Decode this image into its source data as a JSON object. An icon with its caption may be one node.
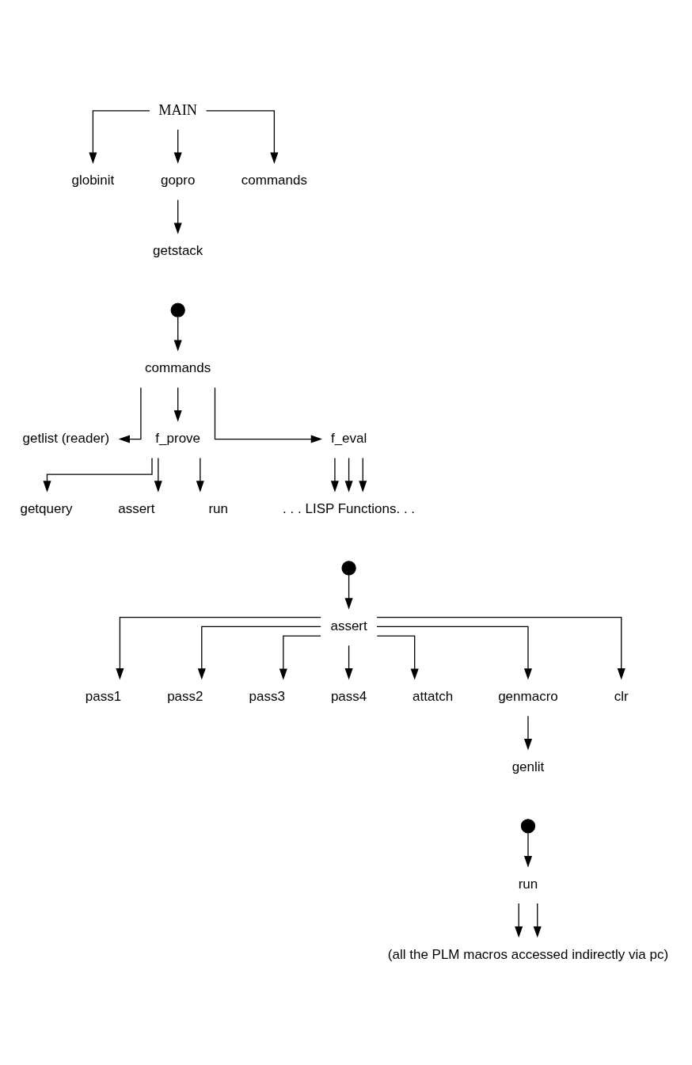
{
  "diagram": {
    "nodes": [
      {
        "text": [
          "MAIN"
        ]
      },
      {
        "text": [
          "globinit"
        ]
      },
      {
        "text": [
          "gopro"
        ]
      },
      {
        "text": [
          "commands"
        ]
      },
      {
        "text": [
          "getstack"
        ]
      },
      {
        "text": [],
        "shape": "circle"
      },
      {
        "text": [
          "commands"
        ]
      },
      {
        "text": [
          "getlist (reader)"
        ]
      },
      {
        "text": [
          "f_prove"
        ]
      },
      {
        "text": [
          "f_eval"
        ]
      },
      {
        "text": [
          "getquery"
        ]
      },
      {
        "text": [
          "assert"
        ]
      },
      {
        "text": [
          "run"
        ]
      },
      {
        "text": [
          ". . . LISP Functions. . ."
        ]
      },
      {
        "text": [],
        "shape": "circle"
      },
      {
        "text": [
          "assert"
        ]
      },
      {
        "text": [
          "pass1"
        ]
      },
      {
        "text": [
          "pass2"
        ]
      },
      {
        "text": [
          "pass3"
        ]
      },
      {
        "text": [
          "pass4"
        ]
      },
      {
        "text": [
          "attatch"
        ]
      },
      {
        "text": [
          "genmacro"
        ]
      },
      {
        "text": [
          "clr"
        ]
      },
      {
        "text": [
          "genlit"
        ]
      },
      {
        "text": [],
        "shape": "circle"
      },
      {
        "text": [
          "run"
        ]
      },
      {
        "text": [
          "(all the PLM macros accessed indirectly via pc)"
        ]
      }
    ],
    "edges": [
      {
        "from": 0,
        "to": 1,
        "arrow": "to"
      },
      {
        "from": 0,
        "to": 2,
        "arrow": "to"
      },
      {
        "from": 0,
        "to": 3,
        "arrow": "to"
      },
      {
        "from": 2,
        "to": 4,
        "arrow": "to"
      },
      {
        "from": 5,
        "to": 6,
        "arrow": "to"
      },
      {
        "from": 6,
        "to": 7,
        "arrow": "to"
      },
      {
        "from": 6,
        "to": 8,
        "arrow": "to"
      },
      {
        "from": 6,
        "to": 9,
        "arrow": "to"
      },
      {
        "from": 8,
        "to": 10,
        "arrow": "to"
      },
      {
        "from": 8,
        "to": 11,
        "arrow": "to"
      },
      {
        "from": 8,
        "to": 12,
        "arrow": "to"
      },
      {
        "from": 9,
        "to": 13,
        "arrow": "to"
      },
      {
        "from": 9,
        "to": 13,
        "arrow": "to"
      },
      {
        "from": 9,
        "to": 13,
        "arrow": "to"
      },
      {
        "from": 14,
        "to": 15,
        "arrow": "to"
      },
      {
        "from": 15,
        "to": 16,
        "arrow": "to"
      },
      {
        "from": 15,
        "to": 17,
        "arrow": "to"
      },
      {
        "from": 15,
        "to": 18,
        "arrow": "to"
      },
      {
        "from": 15,
        "to": 19,
        "arrow": "to"
      },
      {
        "from": 15,
        "to": 20,
        "arrow": "to"
      },
      {
        "from": 15,
        "to": 21,
        "arrow": "to"
      },
      {
        "from": 15,
        "to": 22,
        "arrow": "to"
      },
      {
        "from": 21,
        "to": 23,
        "arrow": "to"
      },
      {
        "from": 24,
        "to": 25,
        "arrow": "to"
      },
      {
        "from": 25,
        "to": 26,
        "arrow": "to"
      },
      {
        "from": 25,
        "to": 26,
        "arrow": "to"
      }
    ]
  }
}
